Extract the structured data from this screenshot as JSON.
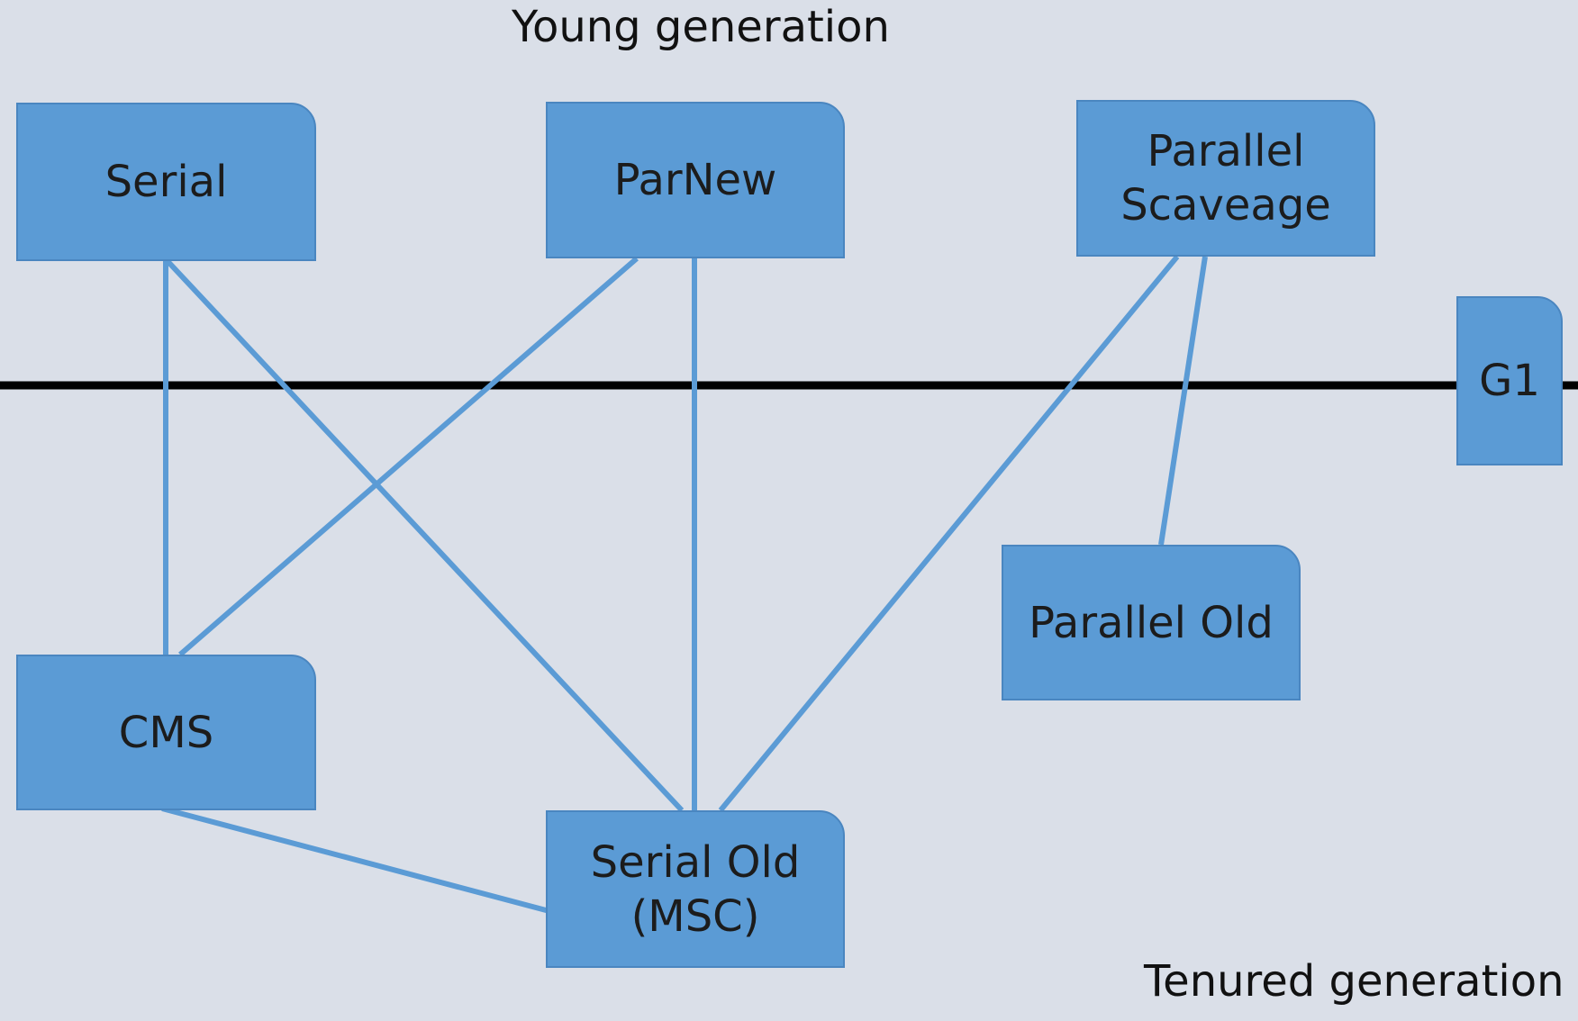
{
  "regions": {
    "young": "Young generation",
    "tenured": "Tenured generation"
  },
  "collectors": {
    "serial": "Serial",
    "parnew": "ParNew",
    "parallel_scavenge": "Parallel\nScaveage",
    "g1": "G1",
    "cms": "CMS",
    "serial_old": "Serial Old\n(MSC)",
    "parallel_old": "Parallel Old"
  },
  "colors": {
    "background": "#dadfe8",
    "box_fill": "#5b9bd5",
    "box_border": "#4a86c0",
    "link": "#5b9bd5",
    "divider": "#000000"
  },
  "links": [
    [
      "serial",
      "cms"
    ],
    [
      "serial",
      "serial_old"
    ],
    [
      "parnew",
      "cms"
    ],
    [
      "parnew",
      "serial_old"
    ],
    [
      "parallel_scavenge",
      "serial_old"
    ],
    [
      "parallel_scavenge",
      "parallel_old"
    ],
    [
      "cms",
      "serial_old"
    ]
  ]
}
